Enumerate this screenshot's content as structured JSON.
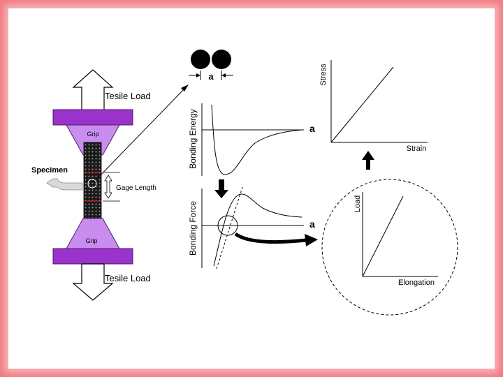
{
  "colors": {
    "border": "#f07a80",
    "grip_purple": "#9933cc",
    "grip_light": "#c98df0",
    "specimen": "#1a1a1a",
    "gage_mark": "#cc2222"
  },
  "machine": {
    "top_load_label": "Tesile Load",
    "bottom_load_label": "Tesile Load",
    "top_grip_label": "Grip",
    "bottom_grip_label": "Grip",
    "specimen_label": "Specimen",
    "gage_label": "Gage Length"
  },
  "atoms": {
    "spacing_label": "a"
  },
  "energy_graph": {
    "ylabel": "Bonding Energy",
    "xlabel": "a"
  },
  "force_graph": {
    "ylabel": "Bonding Force",
    "xlabel": "a"
  },
  "stress_graph": {
    "ylabel": "Stress",
    "xlabel": "Strain"
  },
  "load_graph": {
    "ylabel": "Load",
    "xlabel": "Elongation"
  }
}
